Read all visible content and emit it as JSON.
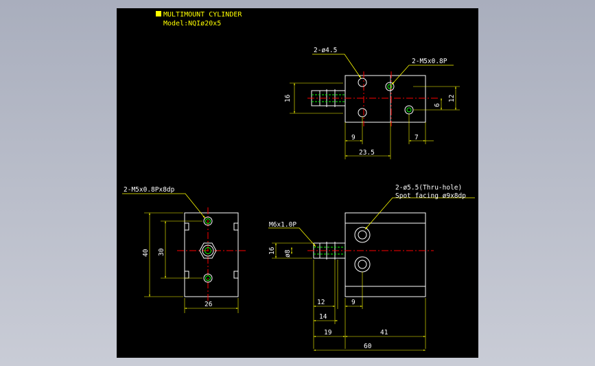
{
  "title": {
    "heading": "MULTIMOUNT CYLINDER",
    "model": "Model:NQIø20x5"
  },
  "colors": {
    "background": "#000000",
    "page": "#b7bbc8",
    "outline": "#ffffff",
    "dimension": "#ffff00",
    "center_line": "#ff0000",
    "hidden": "#00ff00",
    "marker": "#ffff00"
  },
  "top_view": {
    "label_holes": "2-ø4.5",
    "label_ports": "2-M5x0.8P",
    "dims": {
      "height": "16",
      "port_pitch": "12",
      "port_offset": "6",
      "hole_x": "9",
      "port_x": "7",
      "port_total": "23.5"
    }
  },
  "end_view": {
    "label_threads": "2-M5x0.8Px8dp",
    "dims": {
      "height": "40",
      "pitch": "30",
      "width": "26"
    }
  },
  "side_view": {
    "label_thread": "M6x1.0P",
    "label_holes": "2-ø5.5(Thru-hole)",
    "label_spot": "Spot facing ø9x8dp",
    "dims": {
      "rod_height": "16",
      "rod_dia": "ø8",
      "rod_len": "12",
      "rod_full": "14",
      "hole_x": "9",
      "stroke": "19",
      "body": "41",
      "overall": "60"
    }
  }
}
